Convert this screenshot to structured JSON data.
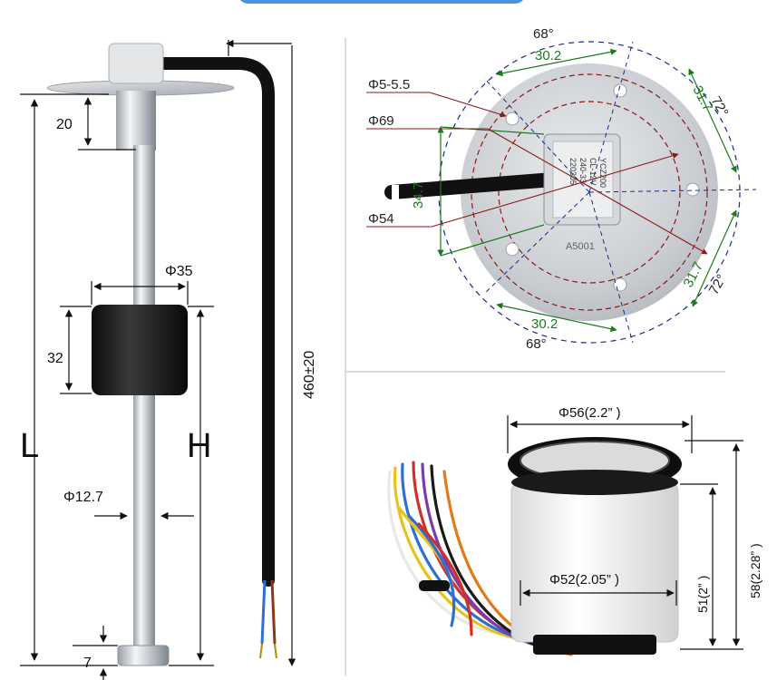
{
  "sensor": {
    "dim_flange_20": "20",
    "dim_float_dia": "Φ35",
    "dim_float_h": "32",
    "dim_total": "460±20",
    "dim_L": "L",
    "dim_H": "H",
    "dim_tube_dia": "Φ12.7",
    "dim_bottom": "7"
  },
  "flange": {
    "angle_top": "68°",
    "angle_right_top": "72°",
    "angle_right_bottom": "72°",
    "angle_bottom": "68°",
    "chord_top": "30.2",
    "chord_bottom": "30.2",
    "chord_right_top": "31.7",
    "chord_right_bottom": "31.7",
    "hole_dia": "Φ5-5.5",
    "bolt_circle": "Φ69",
    "inner_dia": "Φ54",
    "height": "34.7",
    "label_line1": "YCZ200",
    "label_line2": "CL-12V",
    "label_line3": "240-33",
    "label_line4": "220305",
    "part_mark": "A5001"
  },
  "gauge": {
    "dia_outer": "Φ56(2.2” )",
    "dia_inner": "Φ52(2.05” )",
    "height_body": "51(2” )",
    "height_total": "58(2.28” )"
  }
}
